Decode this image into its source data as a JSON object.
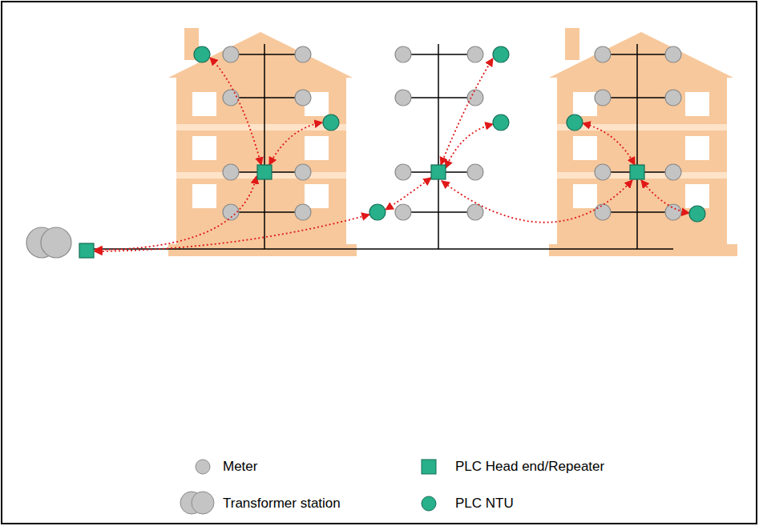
{
  "diagram": {
    "legend": [
      {
        "text": "Meter"
      },
      {
        "text": "Transformer station"
      },
      {
        "text": "PLC Head end/Repeater"
      },
      {
        "text": "PLC NTU"
      }
    ]
  }
}
